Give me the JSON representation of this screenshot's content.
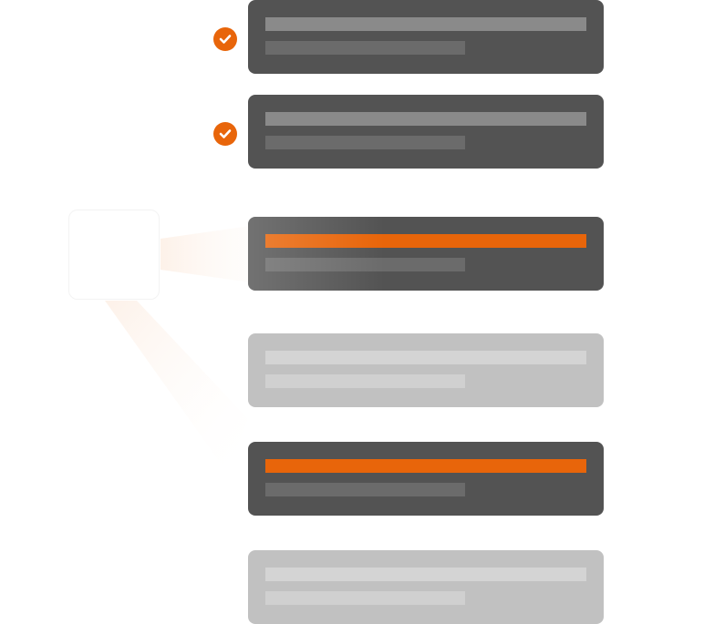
{
  "colors": {
    "accent": "#e8650a",
    "card_dark": "#535353",
    "card_light": "#c1c1c1"
  },
  "source_box": {
    "icon": "empty-source-box"
  },
  "cards": [
    {
      "state": "completed",
      "icon": "checkmark-icon",
      "highlighted": false
    },
    {
      "state": "completed",
      "icon": "checkmark-icon",
      "highlighted": false
    },
    {
      "state": "active",
      "highlighted": true
    },
    {
      "state": "inactive",
      "highlighted": false
    },
    {
      "state": "pending",
      "highlighted": true
    },
    {
      "state": "inactive",
      "highlighted": false
    }
  ]
}
